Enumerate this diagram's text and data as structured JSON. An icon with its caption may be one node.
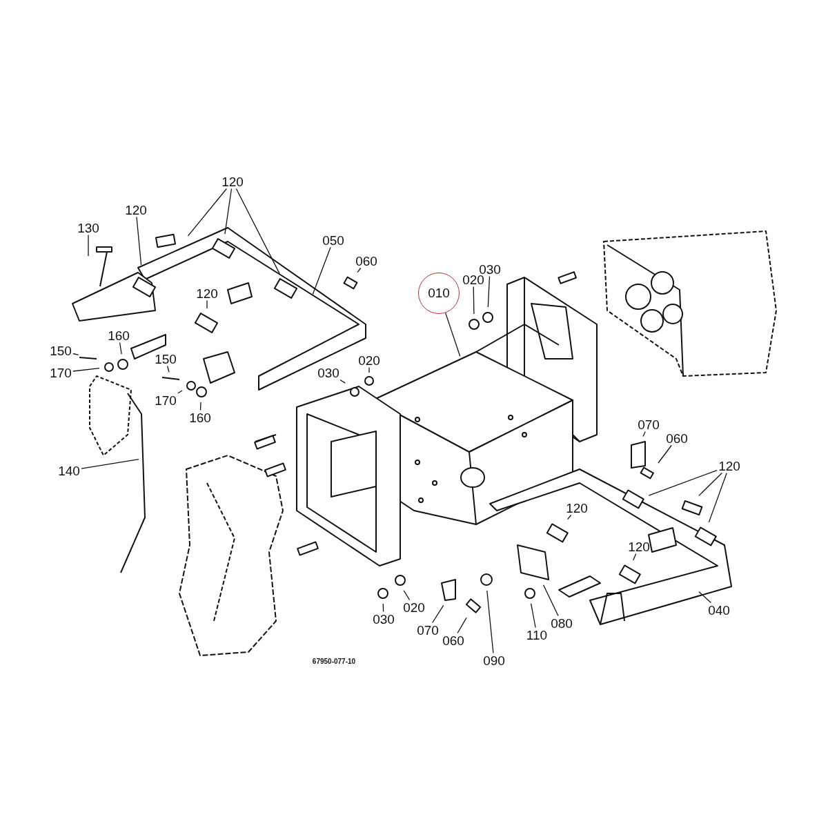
{
  "diagram": {
    "nodes": [
      {
        "text": [
          "120"
        ]
      },
      {
        "text": [
          "130"
        ]
      },
      {
        "text": [
          "120"
        ]
      },
      {
        "text": [
          "050"
        ]
      },
      {
        "text": [
          "060"
        ]
      },
      {
        "text": [
          "010"
        ]
      },
      {
        "text": [
          "020"
        ]
      },
      {
        "text": [
          "030"
        ]
      },
      {
        "text": [
          "120"
        ]
      },
      {
        "text": [
          "150"
        ]
      },
      {
        "text": [
          "170"
        ]
      },
      {
        "text": [
          "160"
        ]
      },
      {
        "text": [
          "150"
        ]
      },
      {
        "text": [
          "170"
        ]
      },
      {
        "text": [
          "160"
        ]
      },
      {
        "text": [
          "020"
        ]
      },
      {
        "text": [
          "030"
        ]
      },
      {
        "text": [
          "140"
        ]
      },
      {
        "text": [
          "070"
        ]
      },
      {
        "text": [
          "060"
        ]
      },
      {
        "text": [
          "120"
        ]
      },
      {
        "text": [
          "120"
        ]
      },
      {
        "text": [
          "120"
        ]
      },
      {
        "text": [
          "030"
        ]
      },
      {
        "text": [
          "020"
        ]
      },
      {
        "text": [
          "070"
        ]
      },
      {
        "text": [
          "060"
        ]
      },
      {
        "text": [
          "090"
        ]
      },
      {
        "text": [
          "110"
        ]
      },
      {
        "text": [
          "080"
        ]
      },
      {
        "text": [
          "040"
        ]
      }
    ],
    "edges": [
      {
        "from": 0,
        "to": null,
        "arrow": "none"
      },
      {
        "from": 0,
        "to": null,
        "arrow": "none"
      },
      {
        "from": 0,
        "to": null,
        "arrow": "none"
      },
      {
        "from": 1,
        "to": null,
        "arrow": "none"
      },
      {
        "from": 2,
        "to": null,
        "arrow": "none"
      },
      {
        "from": 3,
        "to": null,
        "arrow": "none"
      },
      {
        "from": 4,
        "to": null,
        "arrow": "none"
      },
      {
        "from": 5,
        "to": null,
        "arrow": "none"
      },
      {
        "from": 6,
        "to": null,
        "arrow": "none"
      },
      {
        "from": 7,
        "to": null,
        "arrow": "none"
      },
      {
        "from": 8,
        "to": null,
        "arrow": "none"
      },
      {
        "from": 9,
        "to": null,
        "arrow": "none"
      },
      {
        "from": 10,
        "to": null,
        "arrow": "none"
      },
      {
        "from": 11,
        "to": null,
        "arrow": "none"
      },
      {
        "from": 12,
        "to": null,
        "arrow": "none"
      },
      {
        "from": 13,
        "to": null,
        "arrow": "none"
      },
      {
        "from": 14,
        "to": null,
        "arrow": "none"
      },
      {
        "from": 15,
        "to": null,
        "arrow": "none"
      },
      {
        "from": 16,
        "to": null,
        "arrow": "none"
      },
      {
        "from": 17,
        "to": null,
        "arrow": "none"
      },
      {
        "from": 18,
        "to": null,
        "arrow": "none"
      },
      {
        "from": 19,
        "to": null,
        "arrow": "none"
      },
      {
        "from": 20,
        "to": null,
        "arrow": "none"
      },
      {
        "from": 20,
        "to": null,
        "arrow": "none"
      },
      {
        "from": 20,
        "to": null,
        "arrow": "none"
      },
      {
        "from": 21,
        "to": null,
        "arrow": "none"
      },
      {
        "from": 22,
        "to": null,
        "arrow": "none"
      },
      {
        "from": 23,
        "to": null,
        "arrow": "none"
      },
      {
        "from": 24,
        "to": null,
        "arrow": "none"
      },
      {
        "from": 25,
        "to": null,
        "arrow": "none"
      },
      {
        "from": 26,
        "to": null,
        "arrow": "none"
      },
      {
        "from": 27,
        "to": null,
        "arrow": "none"
      },
      {
        "from": 28,
        "to": null,
        "arrow": "none"
      },
      {
        "from": 29,
        "to": null,
        "arrow": "none"
      },
      {
        "from": 30,
        "to": null,
        "arrow": "none"
      }
    ],
    "labels": [
      "67950-077-10"
    ]
  }
}
